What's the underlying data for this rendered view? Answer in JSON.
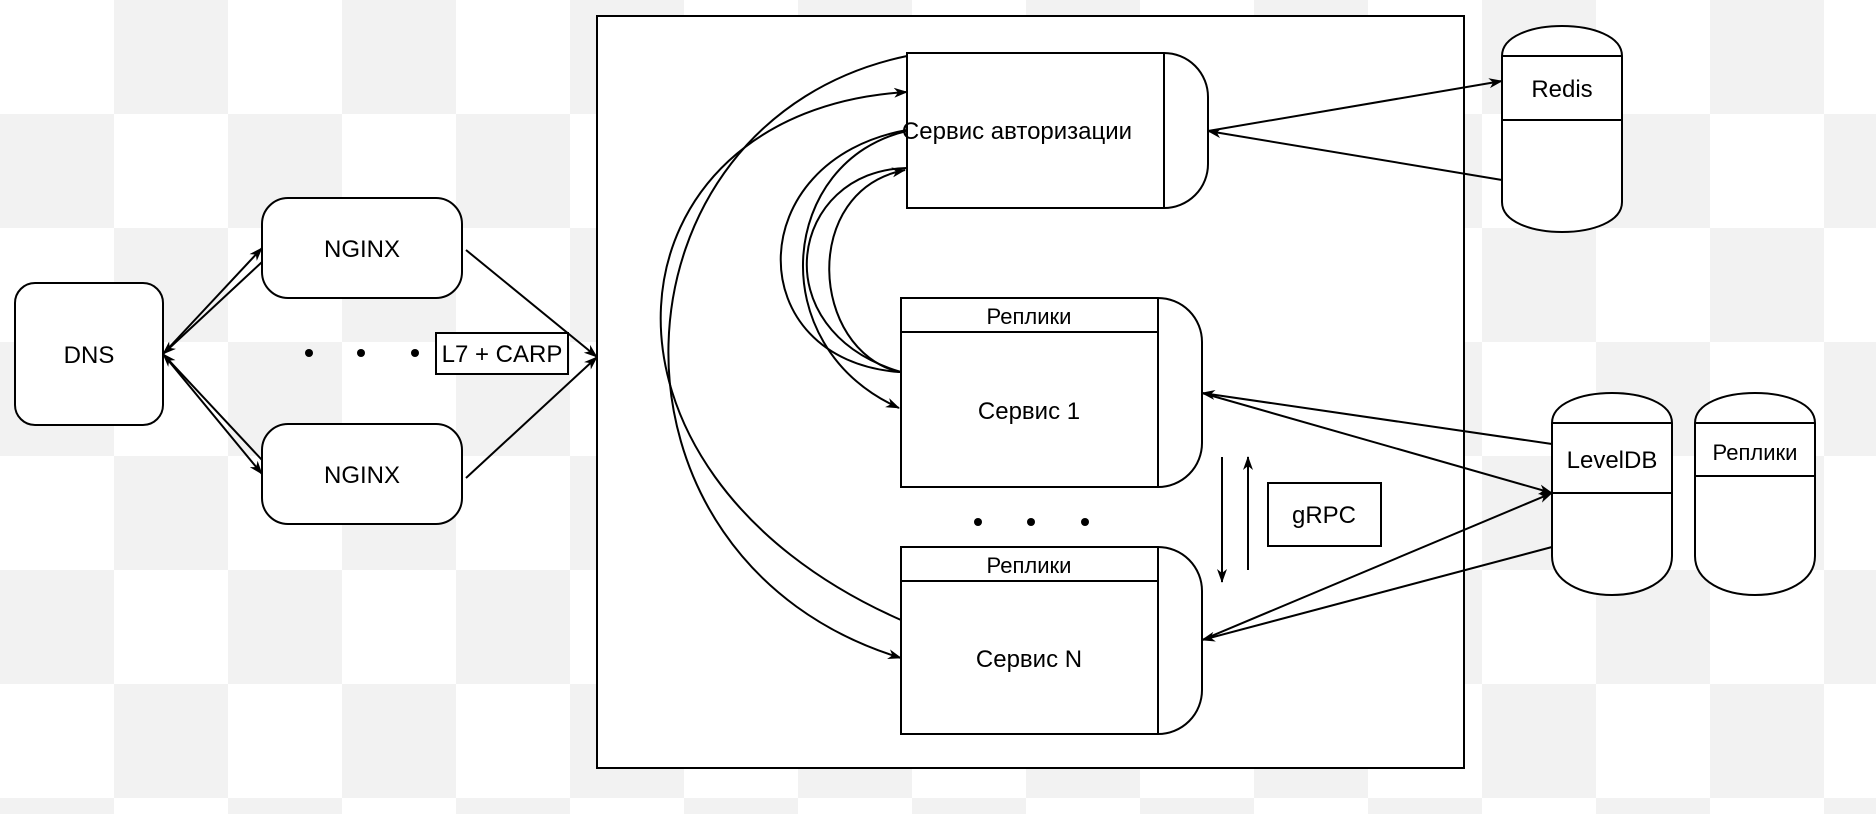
{
  "nodes": {
    "dns": "DNS",
    "nginx_top": "NGINX",
    "nginx_bottom": "NGINX",
    "l7_carp": "L7 + CARP",
    "auth": "Сервис авторизации",
    "replicas_1": "Реплики",
    "service_1": "Сервис 1",
    "replicas_n": "Реплики",
    "service_n": "Сервис N",
    "grpc": "gRPC",
    "redis": "Redis",
    "leveldb": "LevelDB",
    "leveldb_replicas": "Реплики"
  }
}
